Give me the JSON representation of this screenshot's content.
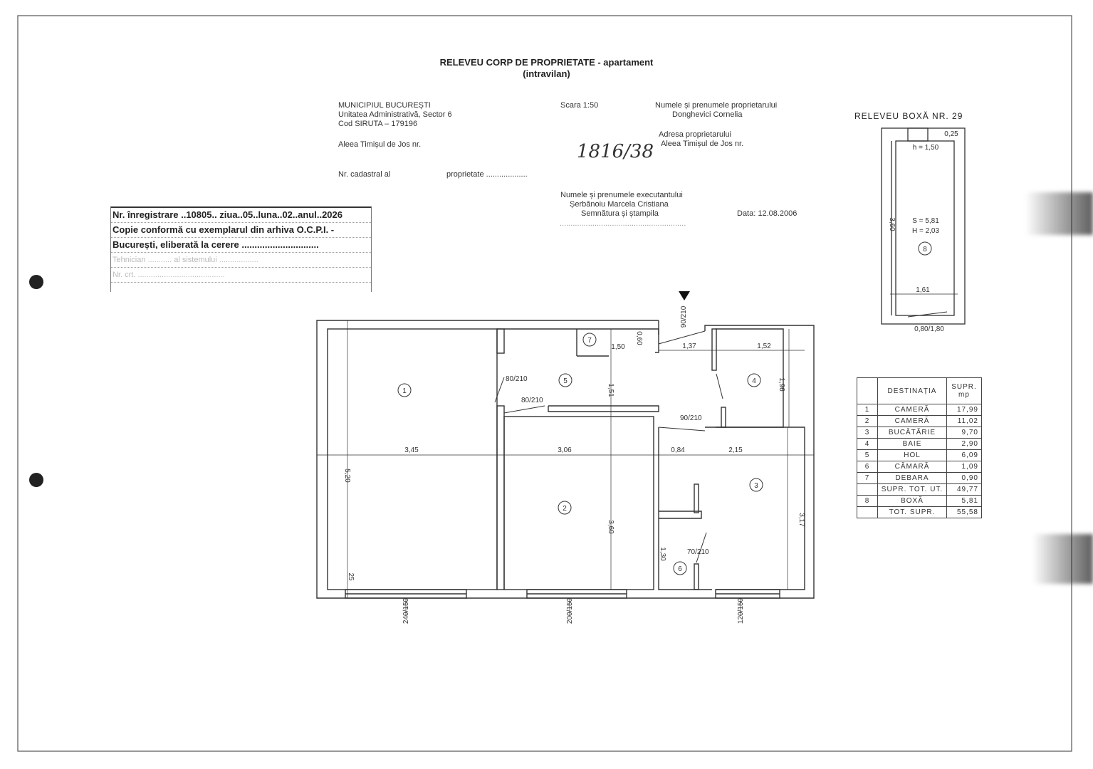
{
  "header": {
    "title": "RELEVEU CORP DE PROPRIETATE - apartament",
    "subtitle": "(intravilan)"
  },
  "location": {
    "municipality": "MUNICIPIUL BUCUREȘTI",
    "unit": "Unitatea Administrativă, Sector 6",
    "siruta": "Cod SIRUTA – 179196",
    "street": "Aleea Timișul de Jos nr.",
    "cadastral": "Nr. cadastral al",
    "property": "proprietate ..................."
  },
  "scale": "Scara 1:50",
  "owner": {
    "label": "Numele și prenumele proprietarului",
    "name": "Donghevici Cornelia",
    "address_label": "Adresa proprietarului",
    "address": "Aleea Timișul de Jos nr."
  },
  "executor": {
    "label": "Numele și prenumele executantului",
    "name": "Șerbănoiu Marcela Cristiana",
    "sign_label": "Semnătura și ștampila",
    "date": "Data: 12.08.2006"
  },
  "handwritten_number": "1816/38",
  "registration_stamp": {
    "line1": "Nr. înregistrare ..10805.. ziua..05..luna..02..anul..2026",
    "line2": "Copie conformă cu exemplarul din arhiva O.C.P.I. -",
    "line3": "București, eliberată la cerere ..............................",
    "line4": "Tehnician ........... al sistemului ..................",
    "line5": "Nr. crt. ........................................"
  },
  "floor_plan": {
    "rooms": [
      "1",
      "2",
      "3",
      "4",
      "5",
      "6",
      "7"
    ],
    "dimensions": {
      "w1": "3,45",
      "w2": "3,06",
      "w3": "0,84",
      "w4": "2,15",
      "w5": "1,37",
      "w6": "1,52",
      "h1": "5,20",
      "h2": "3,60",
      "h3": "3,17",
      "h4": "1,51",
      "h5": "1,96",
      "h6": "1,30",
      "h7": "0,60",
      "h8": "1,50",
      "d1": "90/210",
      "d2": "80/210",
      "d3": "80/210",
      "d4": "90/210",
      "d5": "70/210",
      "win1": "240/150",
      "win2": "200/150",
      "win3": "120/150",
      "wall": "25"
    }
  },
  "box_plan": {
    "title": "RELEVEU BOXĂ NR. 29",
    "dim_top": "0,25",
    "h_top": "h = 1,50",
    "area": "S = 5,81",
    "height": "H = 2,03",
    "room": "8",
    "length": "3,60",
    "width": "1,61",
    "door": "0,80/1,80"
  },
  "legend": {
    "col_dest": "DESTINAȚIA",
    "col_area": "SUPR.",
    "col_unit": "mp",
    "rows": [
      {
        "n": "1",
        "dest": "CAMERĂ",
        "area": "17,99"
      },
      {
        "n": "2",
        "dest": "CAMERĂ",
        "area": "11,02"
      },
      {
        "n": "3",
        "dest": "BUCĂTĂRIE",
        "area": "9,70"
      },
      {
        "n": "4",
        "dest": "BAIE",
        "area": "2,90"
      },
      {
        "n": "5",
        "dest": "HOL",
        "area": "6,09"
      },
      {
        "n": "6",
        "dest": "CĂMARĂ",
        "area": "1,09"
      },
      {
        "n": "7",
        "dest": "DEBARA",
        "area": "0,90"
      },
      {
        "n": "",
        "dest": "SUPR. TOT. UT.",
        "area": "49,77"
      },
      {
        "n": "8",
        "dest": "BOXĂ",
        "area": "5,81"
      },
      {
        "n": "",
        "dest": "TOT. SUPR.",
        "area": "55,58"
      }
    ]
  }
}
